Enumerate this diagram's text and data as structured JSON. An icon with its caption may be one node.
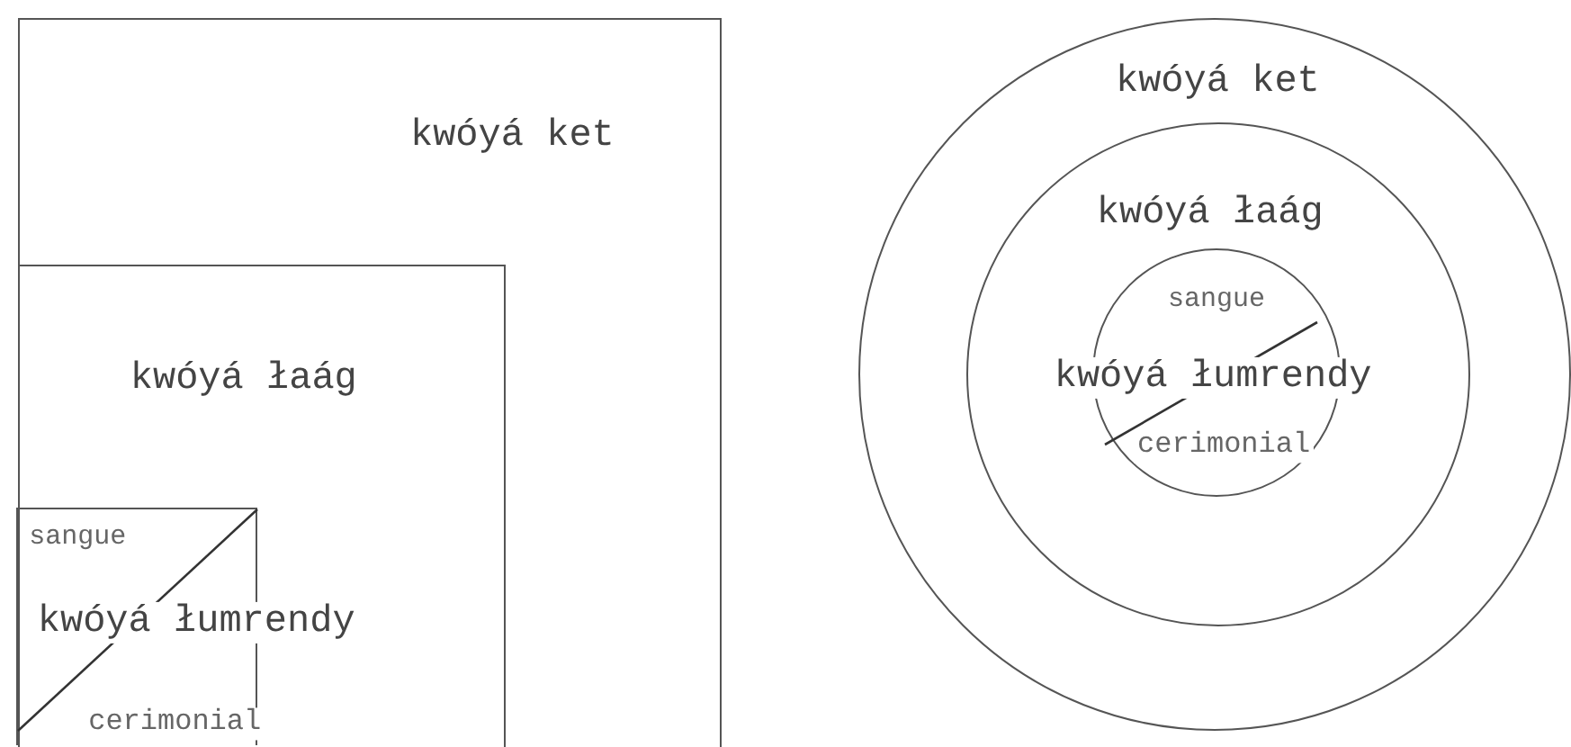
{
  "diagram": {
    "nodes": [
      {
        "text": [
          "kwóyá ket"
        ]
      },
      {
        "text": [
          "kwóyá łaág"
        ],
        "in": 0
      },
      {
        "text": [
          "sangue",
          "kwóyá łumrendy",
          "cerimonial"
        ],
        "in": 1
      },
      {
        "text": [
          "kwóyá ket"
        ]
      },
      {
        "text": [
          "kwóyá łaág"
        ],
        "in": 3
      },
      {
        "text": [
          "sangue",
          "kwóyá łumrendy",
          "cerimonial"
        ],
        "in": 4
      }
    ]
  }
}
